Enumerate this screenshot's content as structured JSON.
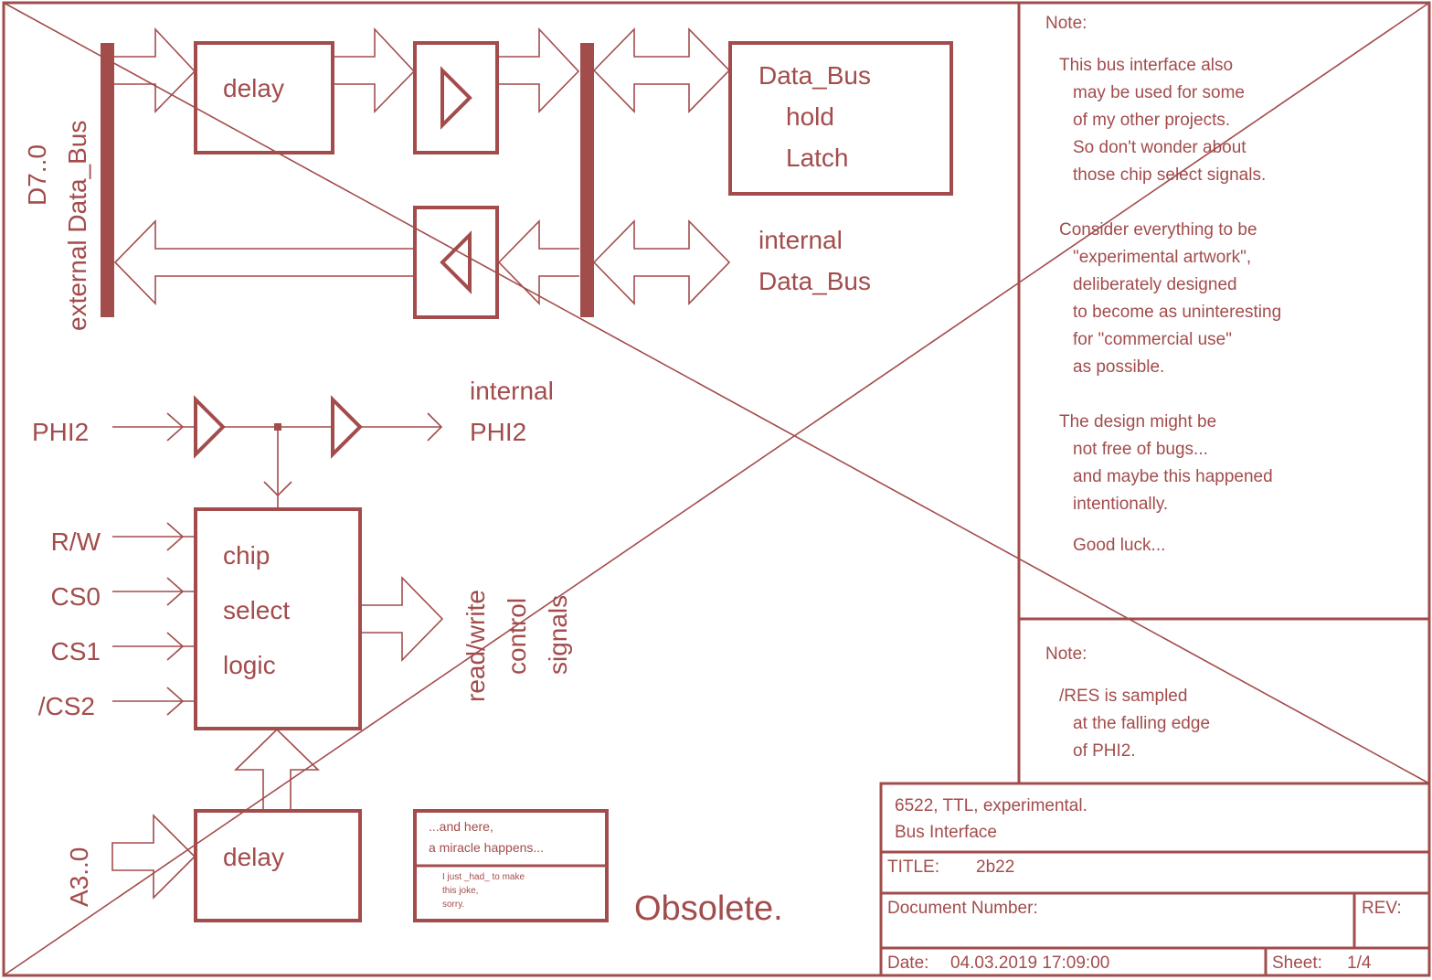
{
  "colors": {
    "ink": "#a34c4c",
    "paper": "#ffffff"
  },
  "schematic": {
    "external_bus": {
      "line1": "D7..0",
      "line2": "external Data_Bus"
    },
    "delay_top_label": "delay",
    "latch": {
      "line1": "Data_Bus",
      "line2": "hold",
      "line3": "Latch"
    },
    "internal_bus": {
      "line1": "internal",
      "line2": "Data_Bus"
    },
    "phi2_in": "PHI2",
    "phi2_out": {
      "line1": "internal",
      "line2": "PHI2"
    },
    "inputs": [
      "R/W",
      "CS0",
      "CS1",
      "/CS2"
    ],
    "chip_select": {
      "line1": "chip",
      "line2": "select",
      "line3": "logic"
    },
    "rw_signals": {
      "line1": "read/write",
      "line2": "control",
      "line3": "signals"
    },
    "address_in": "A3..0",
    "delay_bottom_label": "delay",
    "joke_box": {
      "line1": "...and here,",
      "line2": "a miracle happens...",
      "small1": "I just _had_ to make",
      "small2": "this joke,",
      "small3": "sorry."
    },
    "status_stamp": "Obsolete."
  },
  "notes": {
    "note1": {
      "heading": "Note:",
      "lines": [
        "This bus interface also",
        "may be used for some",
        "of my other projects.",
        "So don't wonder about",
        "those chip select signals.",
        "Consider everything to be",
        "\"experimental artwork\",",
        "deliberately designed",
        "to become as uninteresting",
        "for \"commercial use\"",
        "as possible.",
        "The design might be",
        "not free of bugs...",
        "and maybe this happened",
        "intentionally.",
        "Good luck..."
      ]
    },
    "note2": {
      "heading": "Note:",
      "lines": [
        "/RES is sampled",
        "at the falling edge",
        "of PHI2."
      ]
    }
  },
  "title_block": {
    "description_line1": "6522, TTL, experimental.",
    "description_line2": "Bus Interface",
    "title_label": "TITLE:",
    "title_value": "2b22",
    "doc_number_label": "Document Number:",
    "doc_number_value": "",
    "rev_label": "REV:",
    "rev_value": "",
    "date_label": "Date:",
    "date_value": "04.03.2019 17:09:00",
    "sheet_label": "Sheet:",
    "sheet_value": "1/4"
  }
}
